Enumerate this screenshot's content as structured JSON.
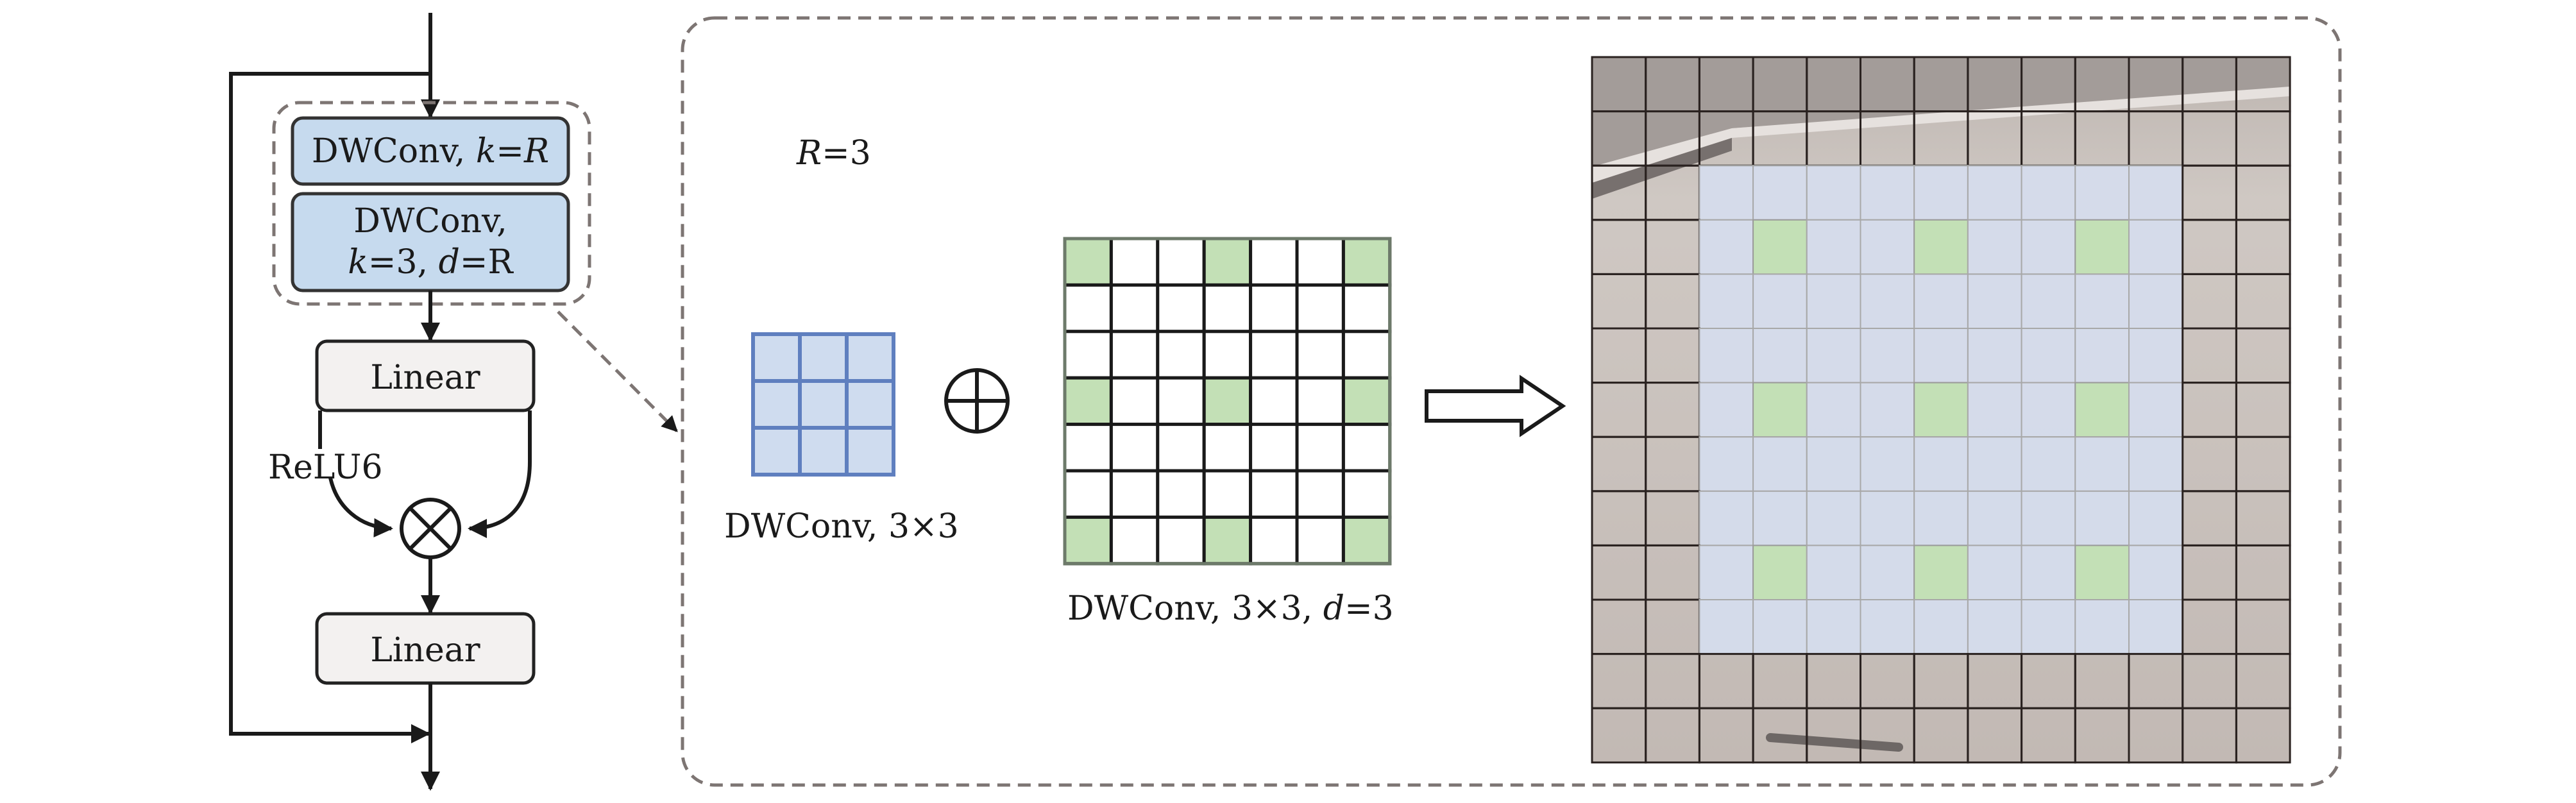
{
  "block": {
    "dwconv_k": {
      "prefix": "DWConv, ",
      "k": "k",
      "eq": "=",
      "R": "R"
    },
    "dwconv_dilated": {
      "line1": "DWConv,",
      "k": "k",
      "eq1": "=3, ",
      "d": "d",
      "eq2": "=R"
    },
    "linear1": "Linear",
    "activation": "ReLU6",
    "linear2": "Linear"
  },
  "detail": {
    "r_label": {
      "R": "R",
      "value": "=3"
    },
    "small_kernel_label": "DWConv, 3×3",
    "dilated_kernel_label": {
      "prefix": "DWConv, 3×3, ",
      "d": "d",
      "value": "=3"
    }
  },
  "colors": {
    "block_blue": "#c6daee",
    "linear_gray": "#f3f1f0",
    "green": "#c3e0b6",
    "receptive_blue": "#d5dcec",
    "kernel_blue": "#5f7fbf"
  }
}
